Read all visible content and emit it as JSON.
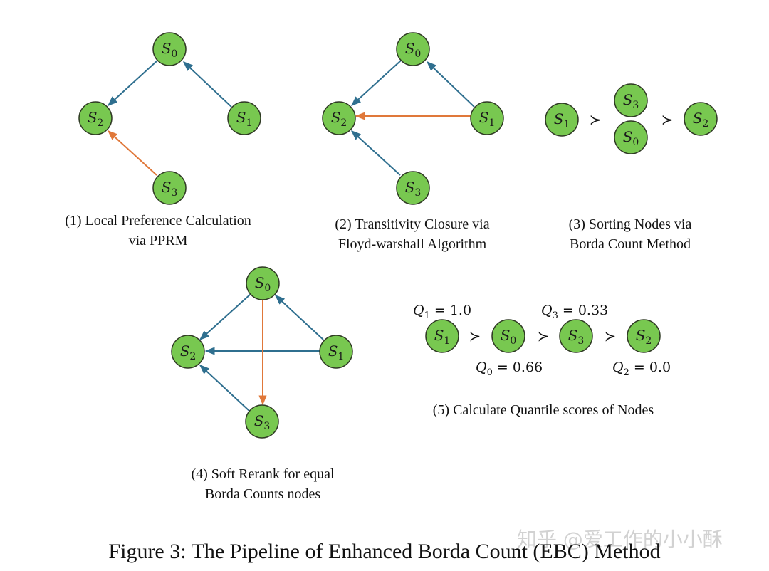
{
  "nodes": {
    "S0": {
      "letter": "S",
      "sub": "0"
    },
    "S1": {
      "letter": "S",
      "sub": "1"
    },
    "S2": {
      "letter": "S",
      "sub": "2"
    },
    "S3": {
      "letter": "S",
      "sub": "3"
    }
  },
  "colors": {
    "node_fill": "#78c850",
    "blue_edge": "#2f6f8f",
    "orange_edge": "#e0783a"
  },
  "panel1": {
    "caption_line1": "(1) Local Preference Calculation",
    "caption_line2": "via PPRM"
  },
  "panel2": {
    "caption_line1": "(2) Transitivity Closure via",
    "caption_line2": "Floyd-warshall Algorithm"
  },
  "panel3": {
    "caption_line1": "(3) Sorting Nodes via",
    "caption_line2": "Borda Count Method",
    "succ": "≻"
  },
  "panel4": {
    "caption_line1": "(4) Soft Rerank for equal",
    "caption_line2": "Borda Counts nodes"
  },
  "panel5": {
    "caption": "(5) Calculate Quantile scores of Nodes",
    "succ": "≻",
    "q1": {
      "q": "Q",
      "sub": "1",
      "value": "= 1.0"
    },
    "q0": {
      "q": "Q",
      "sub": "0",
      "value": "= 0.66"
    },
    "q3": {
      "q": "Q",
      "sub": "3",
      "value": "= 0.33"
    },
    "q2": {
      "q": "Q",
      "sub": "2",
      "value": "= 0.0"
    }
  },
  "figure_caption": "Figure 3: The Pipeline of Enhanced Borda Count (EBC) Method",
  "watermark": "知乎 @爱工作的小小酥"
}
